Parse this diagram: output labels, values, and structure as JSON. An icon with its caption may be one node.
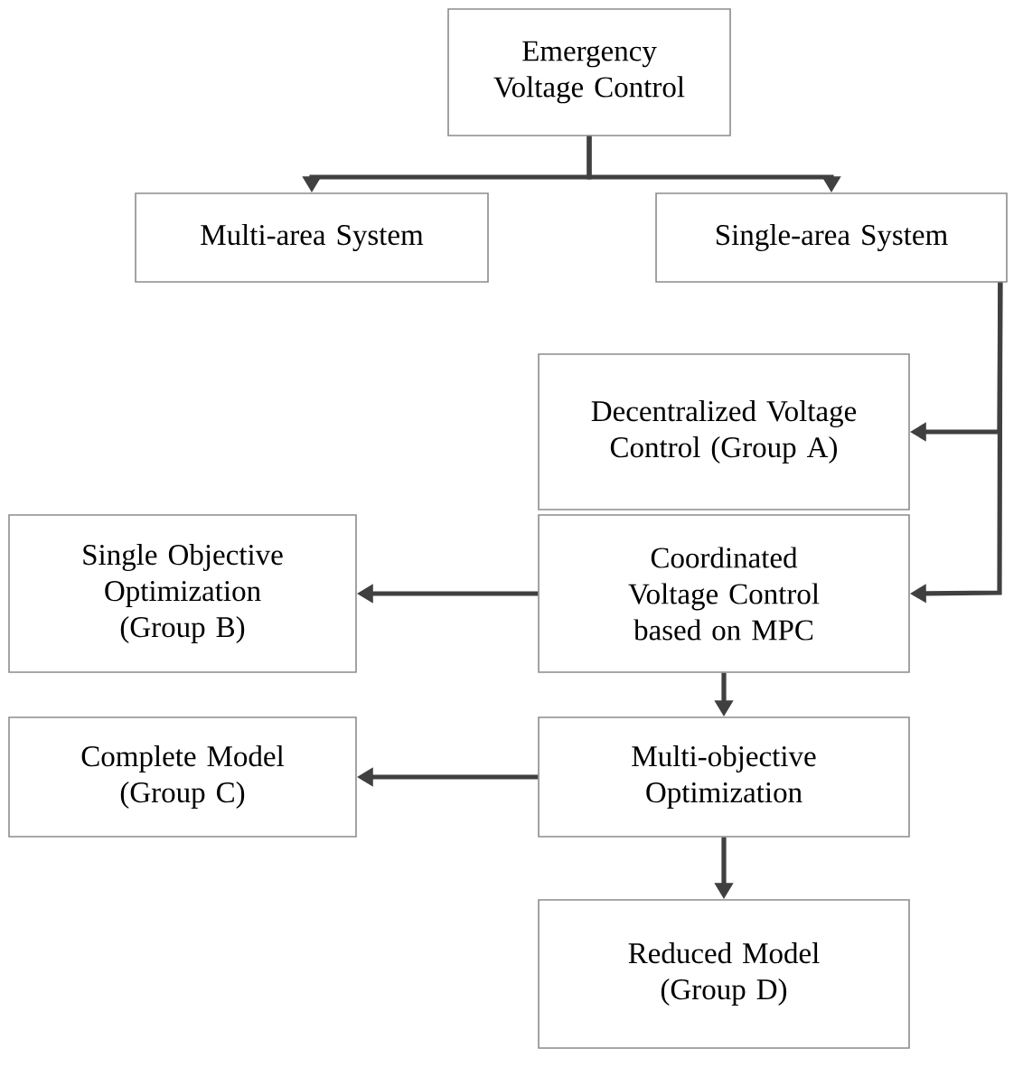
{
  "diagram": {
    "nodes": [
      {
        "text": [
          "Emergency Voltage Control"
        ]
      },
      {
        "text": [
          "Multi-area System"
        ]
      },
      {
        "text": [
          "Single-area System"
        ]
      },
      {
        "text": [
          "Decentralized Voltage Control (Group A)"
        ]
      },
      {
        "text": [
          "Single Objective Optimization (Group B)"
        ]
      },
      {
        "text": [
          "Coordinated Voltage Control based on MPC"
        ]
      },
      {
        "text": [
          "Complete Model (Group C)"
        ]
      },
      {
        "text": [
          "Multi-objective Optimization"
        ]
      },
      {
        "text": [
          "Reduced Model (Group D)"
        ]
      }
    ],
    "edges": [
      {
        "from": 0,
        "to": 1,
        "arrow": "to"
      },
      {
        "from": 0,
        "to": 2,
        "arrow": "to"
      },
      {
        "from": 2,
        "to": 3,
        "arrow": "to"
      },
      {
        "from": 2,
        "to": 5,
        "arrow": "to"
      },
      {
        "from": 5,
        "to": 4,
        "arrow": "to"
      },
      {
        "from": 5,
        "to": 7,
        "arrow": "to"
      },
      {
        "from": 7,
        "to": 6,
        "arrow": "to"
      },
      {
        "from": 7,
        "to": 8,
        "arrow": "to"
      }
    ]
  }
}
